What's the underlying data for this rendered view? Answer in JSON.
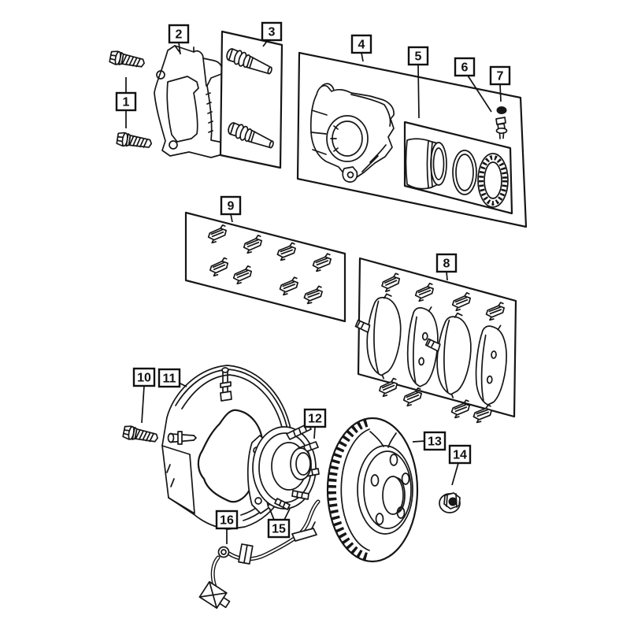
{
  "canvas": {
    "colors": {
      "background": "#ffffff",
      "line": "#161616",
      "callout_border": "#111111",
      "callout_text": "#111111"
    }
  },
  "callouts": [
    {
      "label": "1"
    },
    {
      "label": "2"
    },
    {
      "label": "3"
    },
    {
      "label": "4"
    },
    {
      "label": "5"
    },
    {
      "label": "6"
    },
    {
      "label": "7"
    },
    {
      "label": "8"
    },
    {
      "label": "9"
    },
    {
      "label": "10"
    },
    {
      "label": "11"
    },
    {
      "label": "12"
    },
    {
      "label": "13"
    },
    {
      "label": "14"
    },
    {
      "label": "15"
    },
    {
      "label": "16"
    }
  ]
}
